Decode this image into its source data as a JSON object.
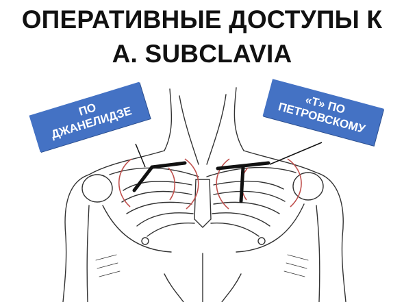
{
  "title": {
    "line1": "ОПЕРАТИВНЫЕ ДОСТУПЫ К",
    "line2": "A. SUBCLAVIA"
  },
  "callouts": {
    "left": {
      "line1": "ПО",
      "line2": "ДЖАНЕЛИДЗЕ"
    },
    "right": {
      "line1": "«Т» ПО",
      "line2": "ПЕТРОВСКОМУ"
    }
  },
  "colors": {
    "callout_fill": "#4472c4",
    "incision_ring": "#c0504d",
    "incision_line": "#111111",
    "sketch": "#333333"
  }
}
